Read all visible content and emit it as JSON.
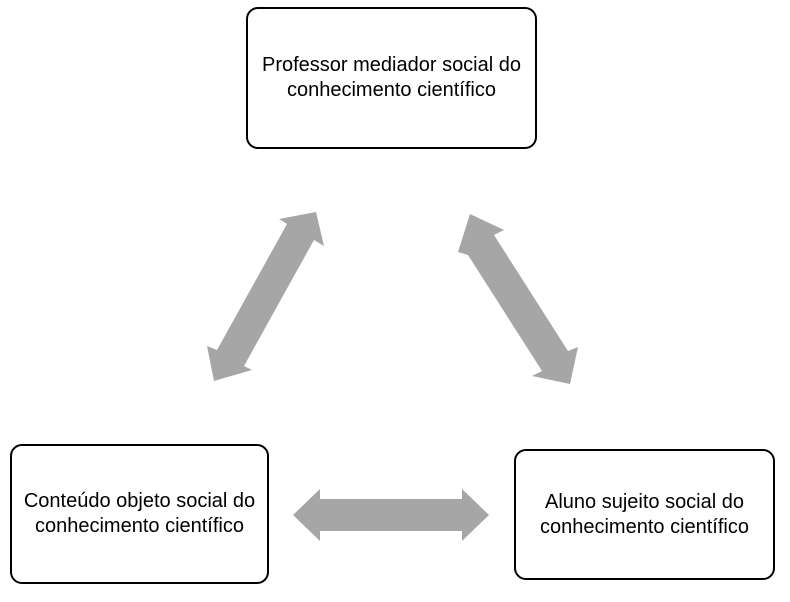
{
  "nodes": {
    "top": {
      "label": "Professor mediador social do conhecimento científico"
    },
    "left": {
      "label": "Conteúdo objeto social do conhecimento científico"
    },
    "right": {
      "label": "Aluno sujeito social do conhecimento científico"
    }
  },
  "arrows": {
    "color": "#A6A6A6",
    "relations": [
      {
        "from": "left",
        "to": "top",
        "direction": "bidirectional"
      },
      {
        "from": "top",
        "to": "right",
        "direction": "bidirectional"
      },
      {
        "from": "left",
        "to": "right",
        "direction": "bidirectional"
      }
    ]
  },
  "colors": {
    "node_border": "#000000",
    "node_fill": "#FFFFFF",
    "text": "#000000"
  }
}
